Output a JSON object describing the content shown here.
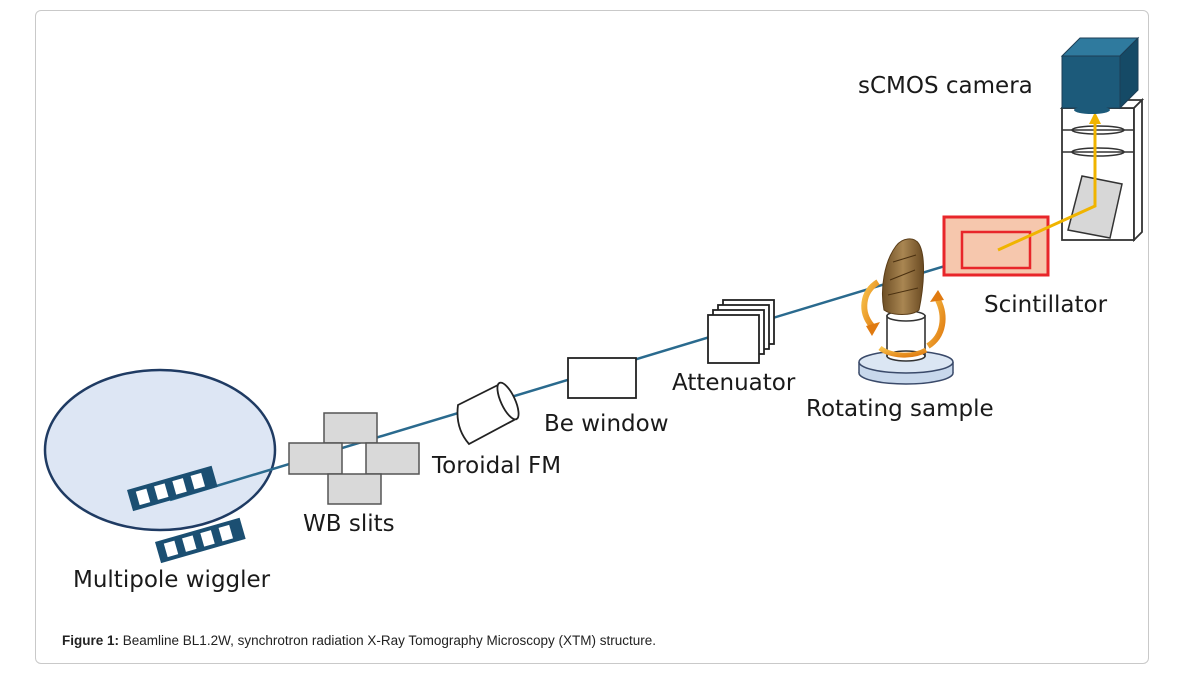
{
  "labels": {
    "camera": "sCMOS camera",
    "scintillator": "Scintillator",
    "rotating_sample": "Rotating sample",
    "attenuator": "Attenuator",
    "be_window": "Be window",
    "toroidal_fm": "Toroidal FM",
    "wb_slits": "WB slits",
    "wiggler": "Multipole wiggler"
  },
  "caption": {
    "label": "Figure 1:",
    "text": " Beamline BL1.2W, synchrotron radiation X-Ray Tomography Microscopy (XTM) structure."
  },
  "colors": {
    "beam": "#2a6a8e",
    "ring_fill": "#dde6f4",
    "magnet": "#1b4f72",
    "slit": "#d9d9d9",
    "scintillator_frame": "#e8262a",
    "scintillator_fill": "#f6c7ad",
    "camera": "#1c5a7a",
    "arrow": "#f0b400",
    "rotation_arrow": "#f0a020",
    "sample": "#8a6a3a",
    "stage": "#c8d8ec"
  }
}
